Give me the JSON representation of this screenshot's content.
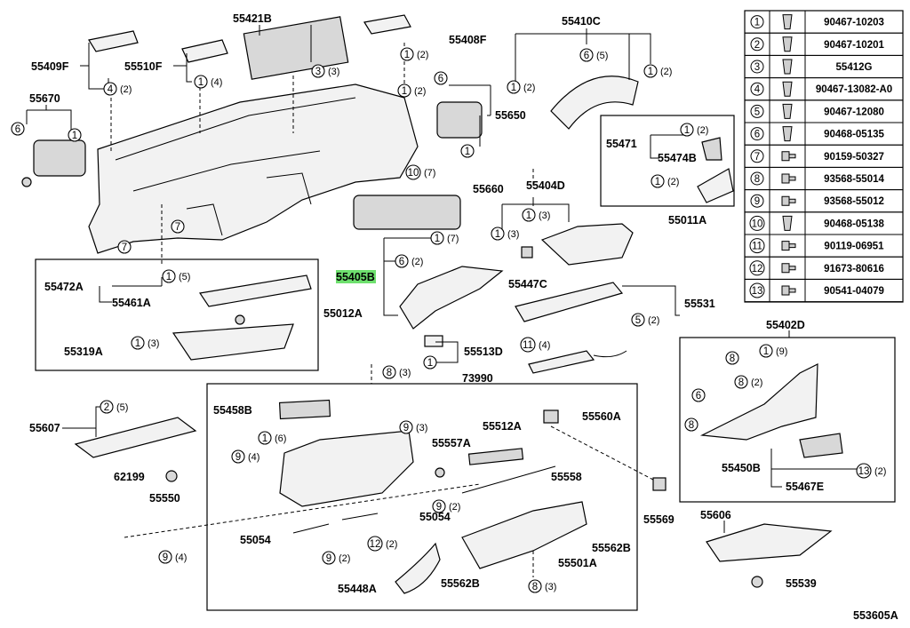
{
  "highlight": {
    "label": "55405B",
    "color": "#6ee06e"
  },
  "labels": [
    {
      "id": "l1",
      "text": "55421B"
    },
    {
      "id": "l2",
      "text": "55408F"
    },
    {
      "id": "l3",
      "text": "55410C"
    },
    {
      "id": "l4",
      "text": "55409F"
    },
    {
      "id": "l5",
      "text": "55510F"
    },
    {
      "id": "l6",
      "text": "55670"
    },
    {
      "id": "l7",
      "text": "55650"
    },
    {
      "id": "l8",
      "text": "55471"
    },
    {
      "id": "l9",
      "text": "55474B"
    },
    {
      "id": "l10",
      "text": "55660"
    },
    {
      "id": "l11",
      "text": "55404D"
    },
    {
      "id": "l12",
      "text": "55011A"
    },
    {
      "id": "l13",
      "text": "55472A"
    },
    {
      "id": "l14",
      "text": "55461A"
    },
    {
      "id": "l15",
      "text": "55012A"
    },
    {
      "id": "l16",
      "text": "55405B"
    },
    {
      "id": "l17",
      "text": "55447C"
    },
    {
      "id": "l18",
      "text": "55531"
    },
    {
      "id": "l19",
      "text": "55319A"
    },
    {
      "id": "l20",
      "text": "55513D"
    },
    {
      "id": "l21",
      "text": "73990"
    },
    {
      "id": "l22",
      "text": "55402D"
    },
    {
      "id": "l23",
      "text": "55458B"
    },
    {
      "id": "l24",
      "text": "55512A"
    },
    {
      "id": "l25",
      "text": "55560A"
    },
    {
      "id": "l26",
      "text": "55607"
    },
    {
      "id": "l27",
      "text": "55557A"
    },
    {
      "id": "l28",
      "text": "55558"
    },
    {
      "id": "l29",
      "text": "62199"
    },
    {
      "id": "l30",
      "text": "55550"
    },
    {
      "id": "l31",
      "text": "55054"
    },
    {
      "id": "l32",
      "text": "55054"
    },
    {
      "id": "l33",
      "text": "55569"
    },
    {
      "id": "l34",
      "text": "55606"
    },
    {
      "id": "l35",
      "text": "55562B"
    },
    {
      "id": "l36",
      "text": "55501A"
    },
    {
      "id": "l37",
      "text": "55448A"
    },
    {
      "id": "l38",
      "text": "55562B"
    },
    {
      "id": "l39",
      "text": "55539"
    },
    {
      "id": "l40",
      "text": "55450B"
    },
    {
      "id": "l41",
      "text": "55467E"
    },
    {
      "id": "l42",
      "text": "553605A"
    }
  ],
  "callouts": [
    {
      "id": "c1",
      "num": "3",
      "qty": "(3)"
    },
    {
      "id": "c2",
      "num": "1",
      "qty": "(2)"
    },
    {
      "id": "c3",
      "num": "6",
      "qty": "(5)"
    },
    {
      "id": "c4",
      "num": "1",
      "qty": "(2)"
    },
    {
      "id": "c5",
      "num": "1",
      "qty": "(2)"
    },
    {
      "id": "c6",
      "num": "4",
      "qty": "(2)"
    },
    {
      "id": "c7",
      "num": "1",
      "qty": "(4)"
    },
    {
      "id": "c8",
      "num": "6",
      "qty": ""
    },
    {
      "id": "c9",
      "num": "1",
      "qty": ""
    },
    {
      "id": "c10",
      "num": "1",
      "qty": "(2)"
    },
    {
      "id": "c11",
      "num": "6",
      "qty": ""
    },
    {
      "id": "c12",
      "num": "1",
      "qty": ""
    },
    {
      "id": "c13",
      "num": "1",
      "qty": "(2)"
    },
    {
      "id": "c14",
      "num": "1",
      "qty": "(2)"
    },
    {
      "id": "c15",
      "num": "10",
      "qty": "(7)"
    },
    {
      "id": "c16",
      "num": "7",
      "qty": ""
    },
    {
      "id": "c17",
      "num": "7",
      "qty": ""
    },
    {
      "id": "c18",
      "num": "1",
      "qty": "(3)"
    },
    {
      "id": "c19",
      "num": "1",
      "qty": "(3)"
    },
    {
      "id": "c20",
      "num": "1",
      "qty": "(7)"
    },
    {
      "id": "c21",
      "num": "6",
      "qty": "(2)"
    },
    {
      "id": "c22",
      "num": "1",
      "qty": "(5)"
    },
    {
      "id": "c23",
      "num": "5",
      "qty": "(2)"
    },
    {
      "id": "c24",
      "num": "1",
      "qty": "(3)"
    },
    {
      "id": "c25",
      "num": "1",
      "qty": ""
    },
    {
      "id": "c26",
      "num": "11",
      "qty": "(4)"
    },
    {
      "id": "c27",
      "num": "8",
      "qty": "(3)"
    },
    {
      "id": "c28",
      "num": "1",
      "qty": "(9)"
    },
    {
      "id": "c29",
      "num": "8",
      "qty": ""
    },
    {
      "id": "c30",
      "num": "8",
      "qty": "(2)"
    },
    {
      "id": "c31",
      "num": "6",
      "qty": ""
    },
    {
      "id": "c32",
      "num": "8",
      "qty": ""
    },
    {
      "id": "c33",
      "num": "2",
      "qty": "(5)"
    },
    {
      "id": "c34",
      "num": "1",
      "qty": "(6)"
    },
    {
      "id": "c35",
      "num": "9",
      "qty": "(3)"
    },
    {
      "id": "c36",
      "num": "9",
      "qty": "(4)"
    },
    {
      "id": "c37",
      "num": "13",
      "qty": "(2)"
    },
    {
      "id": "c38",
      "num": "9",
      "qty": "(2)"
    },
    {
      "id": "c39",
      "num": "9",
      "qty": "(2)"
    },
    {
      "id": "c40",
      "num": "12",
      "qty": "(2)"
    },
    {
      "id": "c41",
      "num": "9",
      "qty": "(4)"
    },
    {
      "id": "c42",
      "num": "8",
      "qty": "(3)"
    }
  ],
  "legend": [
    {
      "num": "1",
      "part": "90467-10203"
    },
    {
      "num": "2",
      "part": "90467-10201"
    },
    {
      "num": "3",
      "part": "55412G"
    },
    {
      "num": "4",
      "part": "90467-13082-A0"
    },
    {
      "num": "5",
      "part": "90467-12080"
    },
    {
      "num": "6",
      "part": "90468-05135"
    },
    {
      "num": "7",
      "part": "90159-50327"
    },
    {
      "num": "8",
      "part": "93568-55014"
    },
    {
      "num": "9",
      "part": "93568-55012"
    },
    {
      "num": "10",
      "part": "90468-05138"
    },
    {
      "num": "11",
      "part": "90119-06951"
    },
    {
      "num": "12",
      "part": "91673-80616"
    },
    {
      "num": "13",
      "part": "90541-04079"
    }
  ]
}
